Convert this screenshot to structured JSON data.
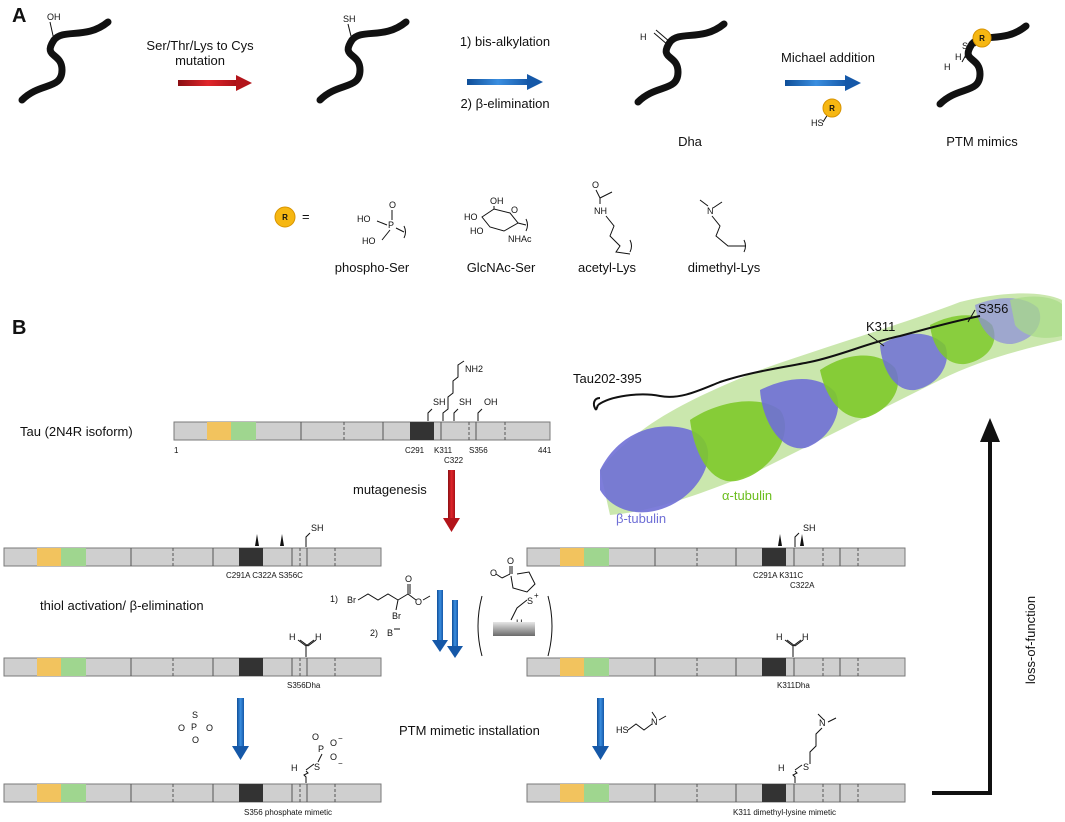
{
  "panels": {
    "a": "A",
    "b": "B"
  },
  "panel_a": {
    "step1_label_line1": "Ser/Thr/Lys to Cys",
    "step1_label_line2": "mutation",
    "step2_label_line1": "1) bis-alkylation",
    "step2_label_line2": "2) β-elimination",
    "step3_label": "Michael addition",
    "dha_label": "Dha",
    "ptm_label": "PTM mimics",
    "oh_label": "OH",
    "sh_label": "SH",
    "hs_label": "HS",
    "s_label": "S",
    "h_label": "H",
    "r_label": "R",
    "equals": "=",
    "mimics": [
      {
        "name": "phospho-Ser"
      },
      {
        "name": "GlcNAc-Ser"
      },
      {
        "name": "acetyl-Lys"
      },
      {
        "name": "dimethyl-Lys"
      }
    ],
    "chem_text": {
      "p": "P",
      "o": "O",
      "ho": "HO",
      "nh": "NH",
      "n": "N",
      "nhac": "NHAc"
    },
    "arrow_colors": {
      "red": "#d0141c",
      "blue": "#1f6fc5"
    }
  },
  "panel_b": {
    "tau_label": "Tau (2N4R isoform)",
    "tau_start": "1",
    "tau_end": "441",
    "nh2_label": "NH2",
    "sites": [
      "C291",
      "K311",
      "C322",
      "S356"
    ],
    "mutagenesis": "mutagenesis",
    "left_mutant_sites": "C291A C322A S356C",
    "right_mutant_sites_line1": "C291A K311C",
    "right_mutant_sites_line2": "C322A",
    "thiol_step": "thiol activation/ β-elimination",
    "reagent_1": "1)",
    "reagent_br": "Br",
    "reagent_2": "2)",
    "reagent_base": "B",
    "left_dha": "S356Dha",
    "right_dha": "K311Dha",
    "ptm_install": "PTM mimetic installation",
    "left_final": "S356 phosphate mimetic",
    "right_final": "K311 dimethyl-lysine mimetic",
    "loss_of_function": "loss-of-function",
    "structure_labels": {
      "tau": "Tau202-395",
      "k311": "K311",
      "s356": "S356",
      "alpha": "α-tubulin",
      "beta": "β-tubulin"
    },
    "colors": {
      "yellow_domain": "#f2c35e",
      "green_domain": "#9fd68f",
      "dark_domain": "#333333",
      "alpha_tubulin": "#7ec92a",
      "beta_tubulin": "#6f6fd6"
    }
  }
}
